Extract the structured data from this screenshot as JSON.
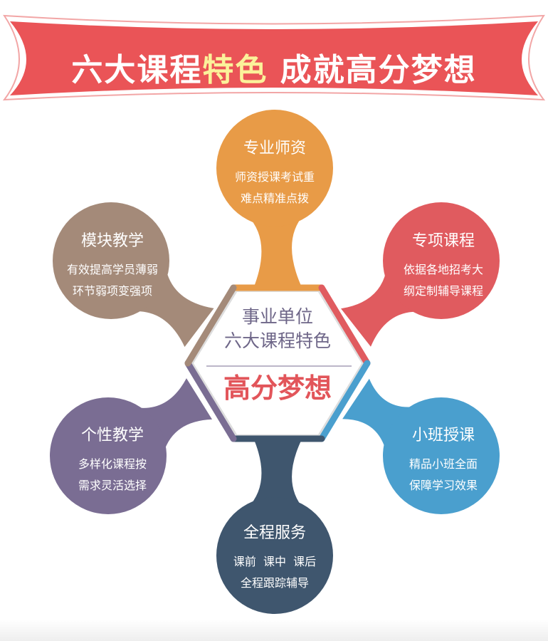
{
  "banner": {
    "part1": "六大课程",
    "part2": "特色",
    "part3": "成就高分梦想"
  },
  "center": {
    "line1": "事业单位",
    "line2": "六大课程特色",
    "highlight": "高分梦想"
  },
  "nodes": [
    {
      "title": "专业师资",
      "line1": "师资授课考试重",
      "line2": "难点精准点拨",
      "color": "#e89b47"
    },
    {
      "title": "专项课程",
      "line1": "依据各地招考大",
      "line2": "纲定制辅导课程",
      "color": "#e05b5f"
    },
    {
      "title": "小班授课",
      "line1": "精品小班全面",
      "line2": "保障学习效果",
      "color": "#4a9fce"
    },
    {
      "title": "全程服务",
      "line1": "课前  课中  课后",
      "line2": "全程跟踪辅导",
      "color": "#3f566e"
    },
    {
      "title": "个性教学",
      "line1": "多样化课程按",
      "line2": "需求灵活选择",
      "color": "#7a6d93"
    },
    {
      "title": "模块教学",
      "line1": "有效提高学员薄弱",
      "line2": "环节弱项变强项",
      "color": "#a48a79"
    }
  ],
  "colors": {
    "banner": "#ea5457",
    "banner_highlight": "#fbf29a"
  }
}
